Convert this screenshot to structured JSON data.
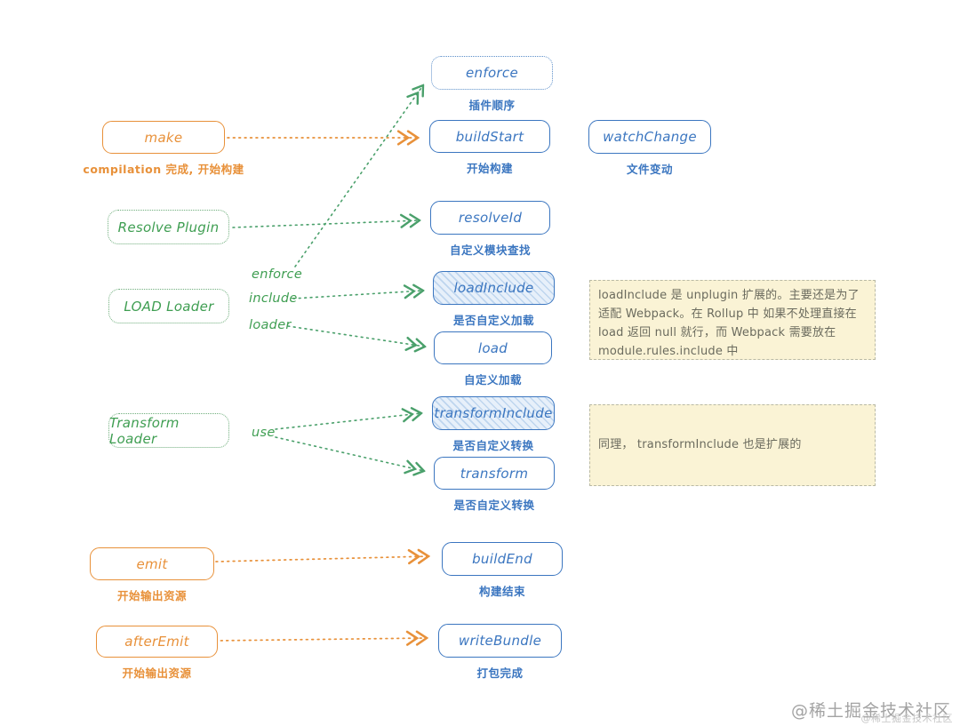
{
  "nodes": {
    "enforce": {
      "label": "enforce",
      "sub": "插件顺序"
    },
    "make": {
      "label": "make",
      "sub": "compilation 完成, 开始构建"
    },
    "build_start": {
      "label": "buildStart",
      "sub": "开始构建"
    },
    "watch_change": {
      "label": "watchChange",
      "sub": "文件变动"
    },
    "resolve_plugin": {
      "label": "Resolve Plugin"
    },
    "resolve_id": {
      "label": "resolveId",
      "sub": "自定义模块查找"
    },
    "load_loader": {
      "label": "LOAD Loader"
    },
    "load_include": {
      "label": "loadInclude",
      "sub": "是否自定义加载"
    },
    "load": {
      "label": "load",
      "sub": "自定义加载"
    },
    "transform_loader": {
      "label": "Transform Loader"
    },
    "transform_include": {
      "label": "transformInclude",
      "sub": "是否自定义转换"
    },
    "transform": {
      "label": "transform",
      "sub": "是否自定义转换"
    },
    "emit": {
      "label": "emit",
      "sub": "开始输出资源"
    },
    "build_end": {
      "label": "buildEnd",
      "sub": "构建结束"
    },
    "after_emit": {
      "label": "afterEmit",
      "sub": "开始输出资源"
    },
    "write_bundle": {
      "label": "writeBundle",
      "sub": "打包完成"
    }
  },
  "edge_labels": {
    "enforce": "enforce",
    "include": "include",
    "loader": "loader",
    "use": "use"
  },
  "notes": {
    "load_note": "loadInclude 是 unplugin 扩展的。主要还是为了适配 Webpack。在 Rollup 中 如果不处理直接在 load 返回 null 就行，而 Webpack 需要放在 module.rules.include 中",
    "transform_note": "同理， transformInclude 也是扩展的"
  },
  "watermark": {
    "text": "@稀土掘金技术社区"
  },
  "colors": {
    "blue": "#3b76c0",
    "orange": "#e8913a",
    "green": "#3f9e52",
    "edge_green": "#4aa06b",
    "note_bg": "#faf3d5",
    "note_border": "#b9b9a4",
    "note_text": "#6b6b5e",
    "hatch_line": "#bed5ee",
    "hatch_bg": "#e7f0fa"
  }
}
